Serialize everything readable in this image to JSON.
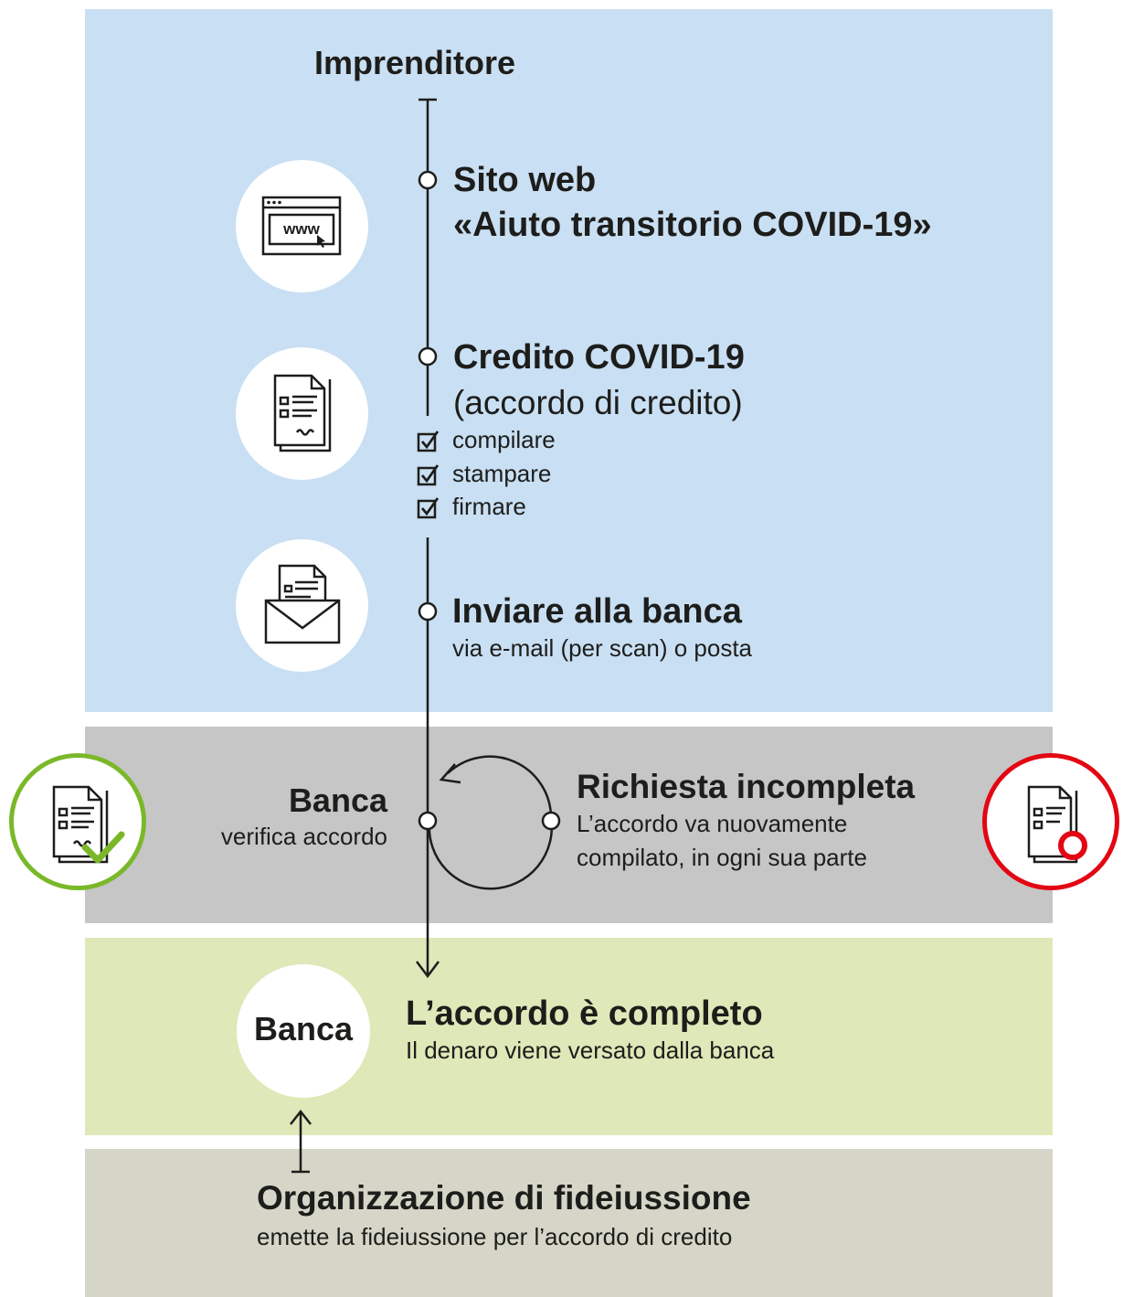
{
  "header": {
    "title": "Imprenditore"
  },
  "steps": {
    "website": {
      "title": "Sito web",
      "subtitle": "«Aiuto transitorio COVID-19»",
      "icon": "www-browser-icon"
    },
    "credit": {
      "title": "Credito COVID-19",
      "subtitle": "(accordo di credito)",
      "icon": "document-stack-icon",
      "checklist": [
        {
          "label": "compilare",
          "checked": true
        },
        {
          "label": "stampare",
          "checked": true
        },
        {
          "label": "firmare",
          "checked": true
        }
      ]
    },
    "send": {
      "title": "Inviare alla banca",
      "subtitle": "via e-mail (per scan) o posta",
      "icon": "envelope-document-icon"
    }
  },
  "bank_check": {
    "title": "Banca",
    "subtitle": "verifica accordo",
    "icon": "document-approved-icon",
    "status_color": "#7ab829"
  },
  "incomplete": {
    "title": "Richiesta incompleta",
    "line1": "L’accordo va nuovamente",
    "line2": "compilato, in ogni sua parte",
    "icon": "document-rejected-icon",
    "status_color": "#e30613"
  },
  "complete": {
    "badge": "Banca",
    "title": "L’accordo è completo",
    "subtitle": "Il denaro viene versato dalla banca"
  },
  "guarantee": {
    "title": "Organizzazione di fideiussione",
    "subtitle": "emette la fideiussione per l’accordo di credito"
  },
  "colors": {
    "band_applicant": "#c9dff3",
    "band_bank_check": "#c6c6c6",
    "band_complete": "#dfe8b8",
    "band_guarantee": "#d6d6c8",
    "approved": "#7ab829",
    "rejected": "#e30613"
  }
}
